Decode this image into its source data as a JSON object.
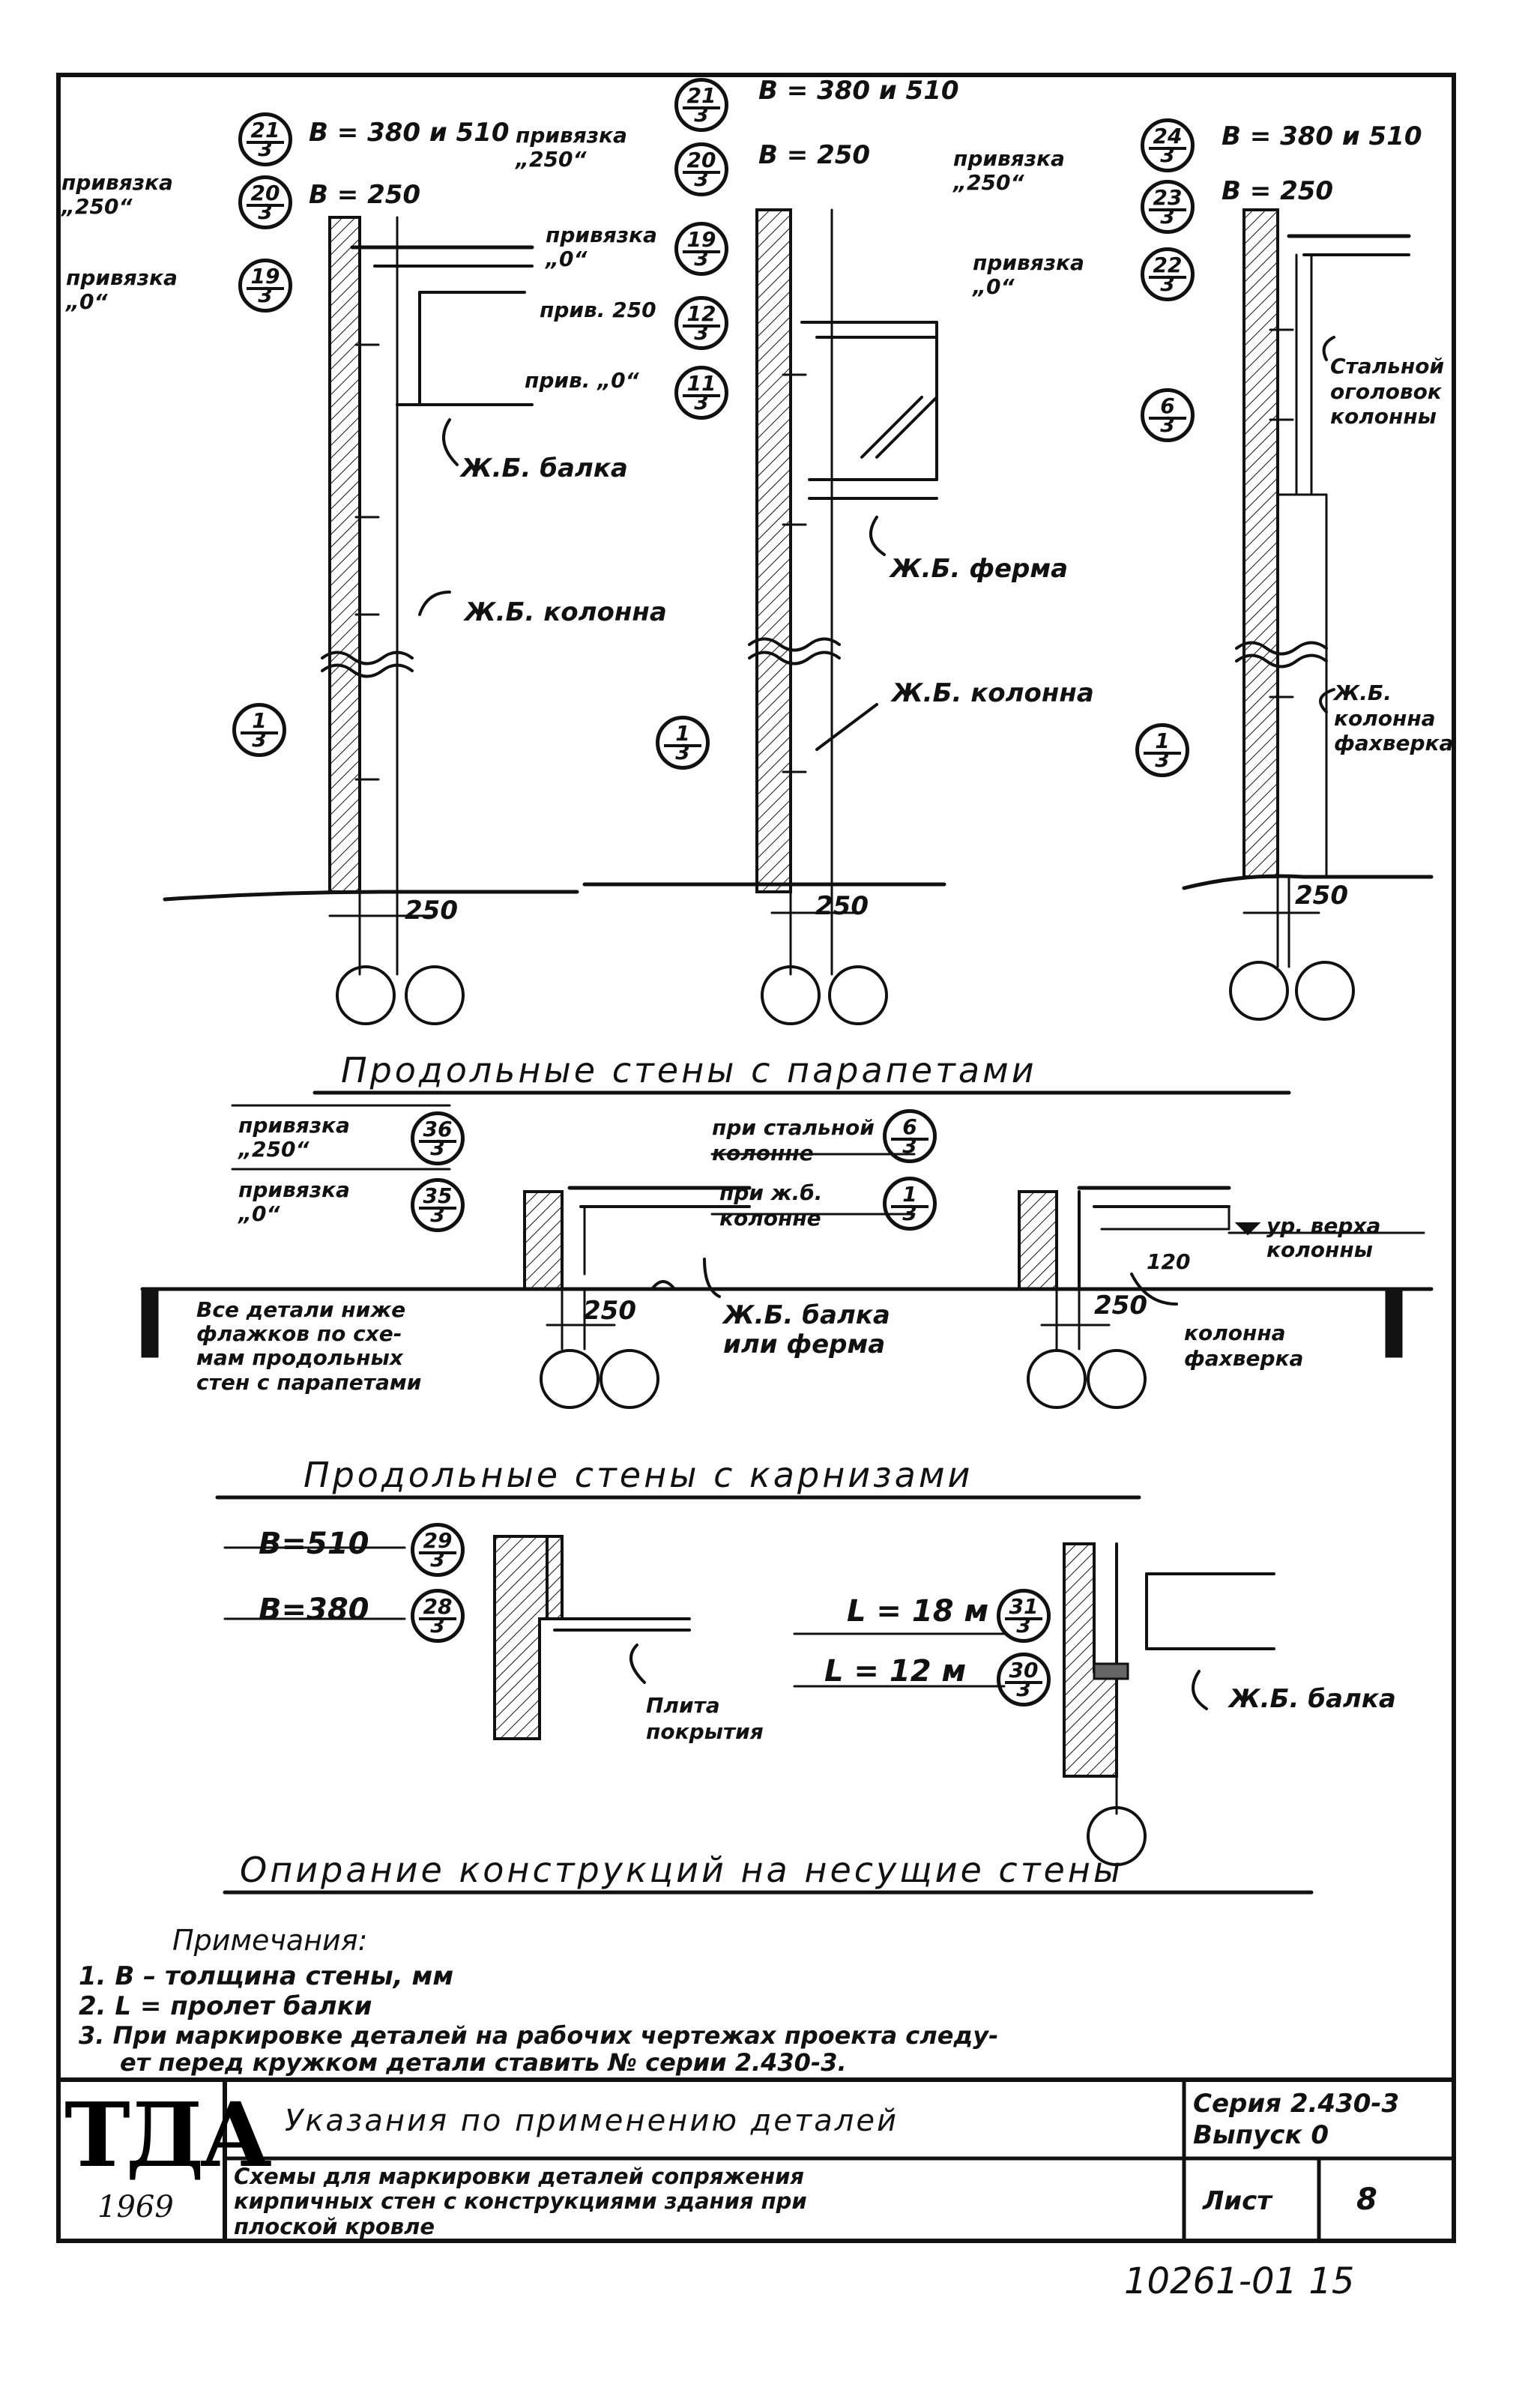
{
  "sections": {
    "parapets_title": "Продольные стены с парапетами",
    "cornices_title": "Продольные стены с карнизами",
    "bearing_title": "Опирание конструкций на несущие стены"
  },
  "top_details": {
    "d1": {
      "binding_250": "привязка\n„250“",
      "binding_0": "привязка\n„0“",
      "b_thick_label": "B = 380 и 510",
      "b_250_label": "B = 250",
      "marks": [
        {
          "num": "21",
          "den": "3"
        },
        {
          "num": "20",
          "den": "3"
        },
        {
          "num": "19",
          "den": "3"
        },
        {
          "num": "1",
          "den": "3"
        }
      ],
      "beam_label": "Ж.Б. балка",
      "column_label": "Ж.Б. колонна",
      "dim": "250"
    },
    "d2": {
      "binding_250": "привязка\n„250“",
      "binding_0": "привязка\n„0“",
      "b_thick_label": "B = 380 и 510",
      "b_250_label": "B = 250",
      "prib_250": "прив. 250",
      "prib_0": "прив. „0“",
      "marks": [
        {
          "num": "21",
          "den": "3"
        },
        {
          "num": "20",
          "den": "3"
        },
        {
          "num": "19",
          "den": "3"
        },
        {
          "num": "12",
          "den": "3"
        },
        {
          "num": "11",
          "den": "3"
        },
        {
          "num": "1",
          "den": "3"
        }
      ],
      "truss_label": "Ж.Б. ферма",
      "column_label": "Ж.Б. колонна",
      "dim": "250"
    },
    "d3": {
      "binding_250": "привязка\n„250“",
      "binding_0": "привязка\n„0“",
      "b_thick_label": "B = 380 и 510",
      "b_250_label": "B = 250",
      "marks": [
        {
          "num": "24",
          "den": "3"
        },
        {
          "num": "23",
          "den": "3"
        },
        {
          "num": "22",
          "den": "3"
        },
        {
          "num": "6",
          "den": "3"
        },
        {
          "num": "1",
          "den": "3"
        }
      ],
      "steel_head_label": "Стальной\nоголовок\nколонны",
      "column_label": "Ж.Б.\nколонна\nфахверка",
      "dim": "250"
    }
  },
  "parapet_row": {
    "binding_250": "привязка\n„250“",
    "binding_0": "привязка\n„0“",
    "mark_36": {
      "num": "36",
      "den": "3"
    },
    "mark_35": {
      "num": "35",
      "den": "3"
    },
    "steel_col": "при стальной\nколонне",
    "rc_col": "при ж.б.\nколонне",
    "mark_6": {
      "num": "6",
      "den": "3"
    },
    "mark_1": {
      "num": "1",
      "den": "3"
    },
    "note": "Все детали ниже\nфлажков по схе-\nмам продольных\nстен с парапетами",
    "beam_label": "Ж.Б. балка\nили ферма",
    "top_level": "ур. верха\nколонны",
    "dim_120": "120",
    "dim_250_a": "250",
    "dim_250_b": "250",
    "column_label": "колонна\nфахверка"
  },
  "cornice_row": {
    "b510": "B=510",
    "b380": "B=380",
    "mark_29": {
      "num": "29",
      "den": "3"
    },
    "mark_28": {
      "num": "28",
      "den": "3"
    },
    "slab_label": "Плита\nпокрытия",
    "l18": "L = 18 м",
    "l12": "L = 12 м",
    "mark_31": {
      "num": "31",
      "den": "3"
    },
    "mark_30": {
      "num": "30",
      "den": "3"
    },
    "beam_label": "Ж.Б. балка"
  },
  "notes": {
    "title": "Примечания:",
    "items": [
      "1. B – толщина стены, мм",
      "2. L = пролет балки",
      "3. При маркировке деталей на рабочих чертежах проекта следу-",
      "ет перед кружком детали ставить № серии 2.430-3."
    ]
  },
  "title_block": {
    "logo": "ТДА",
    "year": "1969",
    "title": "Указания по применению деталей",
    "series": "Серия 2.430-3",
    "issue": "Выпуск 0",
    "subtitle": "Схемы для маркировки деталей сопряжения\nкирпичных стен с конструкциями здания при\nплоской кровле",
    "sheet_label": "Лист",
    "sheet_no": "8"
  },
  "stamp": "10261-01 15"
}
